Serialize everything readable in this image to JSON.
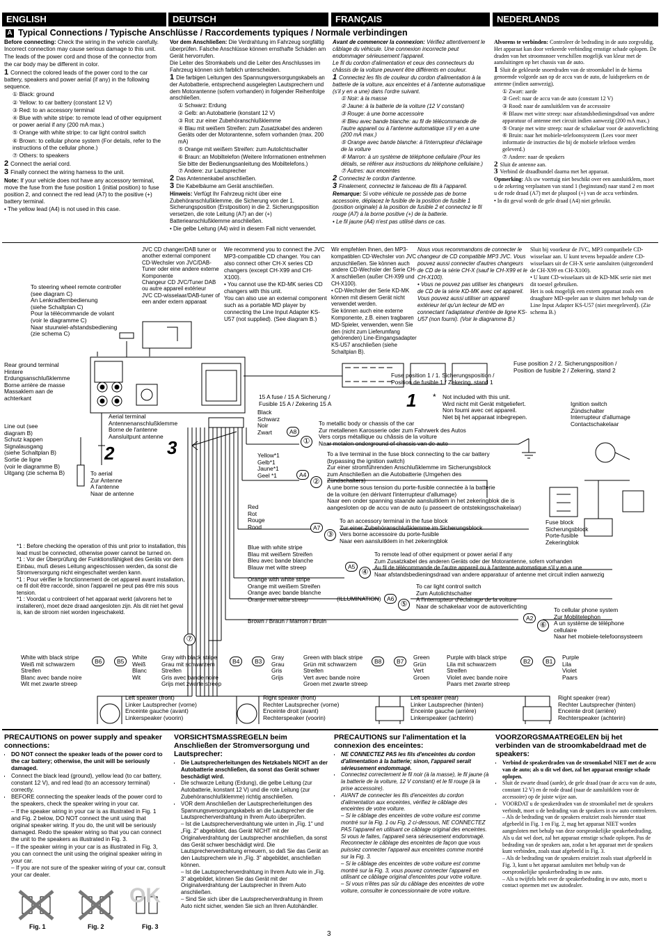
{
  "languages": [
    "ENGLISH",
    "DEUTSCH",
    "FRANÇAIS",
    "NEDERLANDS"
  ],
  "section": {
    "letter": "A",
    "title": "Typical Connections / Typische Anschlüsse / Raccordements typiques / Normale verbindingen"
  },
  "en": {
    "intro_bold": "Before connecting:",
    "intro": "Check the wiring in the vehicle carefully. Incorrect connection may cause serious damage to this unit.",
    "intro2": "The leads of the power cord and those of the connector from the car body may be different in color.",
    "step1": "Connect the colored leads of the power cord to the car battery, speakers and power aerial (if any) in the following sequence.",
    "list": [
      "① Black: ground",
      "② Yellow: to car battery (constant 12 V)",
      "③ Red: to an accessory terminal",
      "④ Blue with white stripe: to remote lead of other equipment or power aerial if any (200 mA max.)",
      "⑤ Orange with white stripe: to car light control switch",
      "⑥ Brown: to cellular phone system (For details, refer to the instructions of the cellular phone.)",
      "⑦ Others: to speakers"
    ],
    "step2": "Connect the aerial cord.",
    "step3": "Finally connect the wiring harness to the unit.",
    "note_bold": "Note:",
    "note": "If your vehicle does not have any accessory terminal, move the fuse from the fuse position 1 (initial position) to fuse position 2, and connect the red lead (A7) to the positive (+) battery terminal.",
    "note2": "• The yellow lead (A4) is not used in this case."
  },
  "de": {
    "intro_bold": "Vor dem Anschließen:",
    "intro": "Die Verdrahtung im Fahrzeug sorgfältig überprüfen. Falsche Anschlüsse können ernsthafte Schäden am Gerät hervorrufen.",
    "intro2": "Die Leiter des Stromkabels und die Leiter des Anschlusses im Fahrzeug können sich farblich unterscheiden.",
    "step1": "Die farbigen Leitungen des Spannungsversorgungskabels an der Autobatterie, entsprechend ausgelegten Lautsprechern und dem Motorantenne (sofern vorhanden) in folgender Reihenfolge anschließen.",
    "list": [
      "① Schwarz: Erdung",
      "② Gelb: an Autobatterie (konstant 12 V)",
      "③ Rot: zur einer Zubehöranschlußklemme",
      "④ Blau mit weißem Streifen: zum Zusatzkabel des anderen Geräts oder der Motorantenne, sofern vorhanden (max. 200 mA)",
      "⑤ Orange mit weißem Streifen: zum Autolichtschalter",
      "⑥ Braun: an Mobiltelefon (Weitere Informationen entnehmen Sie bitte der Bedienungsanleitung des Mobiltelefons.)",
      "⑦ Andere: zur Lautsprecher"
    ],
    "step2": "Das Antennenkabel anschließen.",
    "step3": "Die Kabelbäume am Gerät anschließen.",
    "note_bold": "Hinweis:",
    "note": "Verfügt Ihr Fahrzeug nicht über eine Zubehöranschlußklemme, die Sicherung von der 1. Sicherungsposition (Erstposition) in die 2. Sicherungsposition versetzen, die rote Leitung (A7) an der (+) Batterieanschlußklemme anschließen.",
    "note2": "• Die gelbe Leitung (A4) wird in diesem Fall nicht verwendet."
  },
  "fr": {
    "intro_bold": "Avant de commencer la connexion:",
    "intro": "Vérifiez attentivement le câblage du véhicule. Une connexion incorrecte peut endommager sérieusement l'appareil.",
    "intro2": "Le fil du cordon d'alimentation et ceux des connecteurs du châssis de la voiture peuvent être différents en couleur.",
    "step1": "Connectez les fils de couleur du cordon d'alimentation à la batterie de la voiture, aux enceintes et à l'antenne automatique (s'il y en a une) dans l'ordre suivant.",
    "list": [
      "① Noir: à la masse",
      "② Jaune: à la batterie de la voiture (12 V constant)",
      "③ Rouge: à une borne accessoire",
      "④ Bleu avec bande blanche: au fil de télécommande de l'autre appareil ou à l'antenne automatique s'il y en a une (200 mA max.)",
      "⑤ Orange avec bande blanche: à l'interrupteur d'éclairage de la voiture",
      "⑥ Marron: à un système de téléphone cellulaire (Pour les détails, se référer aux instructions du téléphone cellulaire.)",
      "⑦ Autres: aux enceintes"
    ],
    "step2": "Connectez le cordon d'antenne.",
    "step3": "Finalement, connectez le faisceau de fils à l'appareil.",
    "note_bold": "Remarque:",
    "note": "Si votre véhicule ne possède pas de borne accessoire, déplacez le fusible de la position de fusible 1 (position originale) à la position de fusible 2 et connectez le fil rouge (A7) à la borne positive (+) de la batterie.",
    "note2": "• Le fil jaune (A4) n'est pas utilisé dans ce cas."
  },
  "nl": {
    "intro_bold": "Alvorens te verbinden:",
    "intro": "Controleer de bedrading in de auto zorgvuldig. Het apparaat kan door verkeerde verbinding ernstige schade oplopen. De draden van het stroomsnoer verschillen mogelijk van kleur met de aansluitingen op het chassis van de auto.",
    "step1": "Sluit de gekleurde snoerdraden van de stroomkabel in de hierna genoemde volgorde aan op de accu van de auto, de luidsprekers en de antenne (indien aanwezig).",
    "list": [
      "① Zwart: aarde",
      "② Geel: naar de accu van de auto (constant 12 V)",
      "③ Rood: naar de aansluitklem van de accessoire",
      "④ Blauw met witte streep: naar afstandsbedieningsdraad van andere apparatuur of antenne met circuit indien aanwezig (200 mA max.)",
      "⑤ Oranje met witte streep: naar de schakelaar voor de autoverlichting",
      "⑥ Bruin: naar het mobiele-telefoonsysteem (Lees voor meer informatie de instructies die bij de mobiele telefoon werden geleverd.)",
      "⑦ Andere: naar de speakers"
    ],
    "step2": "Sluit de antenne aan.",
    "step3": "Verbind de draadbundel daarna met het apparaat.",
    "note_bold": "Opmerking:",
    "note": "Als uw voertuig niet beschikt over een aansluitklem, moet u de zekering verplaatsen van stand 1 (beginstand) naar stand 2 en moet u de rode draad (A7) met de pluspool (+) van de accu verbinden.",
    "note2": "• In dit geval wordt de gele draad (A4) niet gebruikt."
  },
  "changer": {
    "box": "JVC CD changer/DAB tuner or another external component\nCD-Wechsler von JVC/DAB-Tuner oder eine andere externe Komponente\nChangeur CD JVC/Tuner DAB ou autre appareil extérieur\nJVC CD-wisselaar/DAB-tuner of een ander extern apparaat",
    "en": "We recommend you to connect the JVC MP3-compatible CD changer. You can also connect other CH-X series CD changers (except CH-X99 and CH-X100).\n• You cannot use the KD-MK series CD changers with this unit.\nYou can also use an external component such as a portable MD player by connecting the Line Input Adapter KS-U57 (not supplied). (See diagram B.)",
    "de": "Wir empfehlen Ihnen, den MP3-kompatiblen CD-Wechsler von JVC anzuschließen. Sie können auch andere CD-Wechsler der Serie CH-X anschließen (außer CH-X99 und CH-X100).\n• CD-Wechsler der Serie KD-MK können mit diesem Gerät nicht verwendet werden.\nSie können auch eine externe Komponente, z.B. einen tragbaren MD-Spieler, verwenden, wenn Sie den (nicht zum Lieferumfang gehörenden) Line-Eingangsadapter KS-U57 anschließen (siehe Schaltplan B).",
    "fr": "Nous vous recommandons de connecter le changeur de CD compatible MP3 JVC. Vous pouvez aussi connecter d'autres changeurs de CD de la série CH-X (sauf le CH-X99 et le CH-X100).\n• Vous ne pouvez pas utiliser les changeurs de CD de la série KD-MK avec cet appareil.\nVous pouvez aussi utiliser un appareil extérieur tel qu'un lecteur de MD en connectant l'adaptateur d'entrée de ligne KS-U57 (non fourni). (Voir le diagramme B.)",
    "nl": "Sluit bij voorkeur de JVC, MP3 compatibele CD-wisselaar aan. U kunt tevens bepaalde andere CD-wisselaars uit de CH-X serie aansluiten (uitgezonderd de CH-X99 en CH-X100).\n• U kunt CD-wisselaars uit de KD-MK serie niet met dit toestel gebruiken.\nHet is ook mogelijk een extern apparaat zoals een draagbare MD-speler aan te sluiten met behulp van de Line Input Adapter KS-U57 (niet meegeleverd). (Zie schema B.)"
  },
  "diagram": {
    "steering": "To steering wheel remote controller\n(see diagram C)\nAn Lenkradfernbedienung\n(siehe Schaltplan C)\nPour la télécommande de volant\n(voir le diagramme C)\nNaar stuurwiel-afstandsbediening\n(zie schema C)",
    "rear_ground": "Rear ground terminal\nHintere\nErdungsanschlußklemme\nBorne arrière de masse\nMassaklem aan de\nachterkant",
    "aerial_terminal": "Aerial terminal\nAntennenanschlußklemme\nBorne de l'antenne\nAansluitpunt antenne",
    "line_out": "Line out (see\ndiagram B)\nSchutz kappen\nSignalausgang\n(siehe Schaltplan B)\nSortie de ligne\n(voir le diagramme B)\nUitgang (zie schema B)",
    "to_aerial": "To aerial\nZur Antenne\nA l'antenne\nNaar de antenne",
    "fuse15": "15 A fuse / 15 A Sicherung /\nFusible 15 A / Zekering 15 A",
    "fuse_pos1": "Fuse position 1 / 1. Sicherungsposition /\nPosition de fusible 1 / Zekering, stand 1",
    "fuse_pos2": "Fuse position 2 / 2. Sicherungsposition /\nPosition de fusible 2 / Zekering, stand 2",
    "not_included": "Not included with this unit.\nWird nicht mit Gerät mitgeliefert.\nNon fourni avec cet appareil.\nNiet bij het apparaat inbegrepen.",
    "ignition": "Ignition switch\nZündschalter\nInterrupteur d'allumage\nContactschakelaar",
    "fuse_block": "Fuse block\nSicherungsblock\nPorte-fusible\nZekeringblok",
    "black": "Black\nSchwarz\nNoir\nZwart",
    "black_dest": "To metallic body or chassis of the car\nZur metallenen Karosserie oder zum Fahrwerk des Autos\nVers corps métallique ou châssis de la voiture\nNaar metalen onderground of chassis van de auto",
    "yellow": "Yellow*1\nGelb*1\nJaune*1\nGeel *1",
    "yellow_dest": "To a live terminal in the fuse block connecting to the car battery\n(bypassing the ignition switch)\nZur einer stromführenden Anschlußklemme im Sicherungsblock\nzum Anschließen an die Autobatterie (Umgehen des\nZündschalters)\nA une borne sous tension du porte-fusible connectée à la batterie\nde la voiture (en dérivant l'interrupteur d'allumage)\nNaar een onder spanning staande aansluitklem in het zekeringblok die is\naangesloten op de accu van de auto (u passeert de ontstekingsschakelaar)",
    "red": "Red\nRot\nRouge\nRood",
    "red_dest": "To an accessory terminal in the fuse block\nZur einer Zubehöranschlußklemme im Sicherungsblock\nVers borne accessoire du porte-fusible\nNaar een aansluitklem in het zekeringblok",
    "blue": "Blue with white stripe\nBlau mit weißem Streifen\nBleu avec bande blanche\nBlauw met witte streep",
    "blue_dest": "To remote lead of other equipment or power aerial if any\nZum Zusatzkabel des anderen Geräts oder der Motorantenne, sofern vorhanden\nAu fil de télécommande de l'autre appareil ou à l'antenne automatique s'il y en a une\nNaar afstandsbedieningsdraad van andere apparatuur of antenne met circuit indien aanwezig",
    "orange": "Orange with white stripe\nOrange mit weißem Streifen\nOrange avec bande blanche\nOranje met witte streep",
    "orange_dest": "To car light control switch\nZum Autolichtschalter\nA l'interrupteur d'éclairage de la voiture\nNaar de schakelaar voor de autoverlichting",
    "illumination": "(ILLUMINATION)",
    "brown": "Brown / Braun / Marron / Bruin",
    "brown_dest": "To cellular phone system\nZur Moblitelephon\nA un système de téléphone\ncellulaire\nNaar het mobiele-telefoonsysteem",
    "badges": [
      "A8",
      "A4",
      "A7",
      "A5",
      "A6",
      "A2",
      "B6",
      "B5",
      "B4",
      "B3",
      "B8",
      "B7",
      "B2",
      "B1"
    ],
    "circled": [
      "①",
      "②",
      "③",
      "④",
      "⑤",
      "⑥",
      "⑦"
    ],
    "steps": [
      "1",
      "2",
      "3"
    ],
    "star": "*",
    "speakers": {
      "lf_wires": [
        "White with black stripe\nWeiß mit schwarzem\nStreifen\nBlanc avec bande noire\nWit met zwarte streep",
        "White\nWeiß\nBlanc\nWit"
      ],
      "lf": "Left speaker (front)\nLinker Lautsprecher (vorne)\nEnceinte gauche (avant)\nLinkerspeaker (voorin)",
      "rf_wires": [
        "Gray with black stripe\nGrau mit schwarzem\nStreifen\nGris avec bande noire\nGrijs met zwarte streep",
        "Gray\nGrau\nGris\nGrijs"
      ],
      "rf": "Right speaker (front)\nRechter Lautsprecher (vorne)\nEnceinte droit (avant)\nRechterspeaker (voorin)",
      "lr_wires": [
        "Green with black stripe\nGrün mit schwarzem\nStreifen\nVert avec bande noire\nGroen met zwarte streep",
        "Green\nGrün\nVert\nGroen"
      ],
      "lr": "Left speaker (rear)\nLinker Lautsprecher (hinten)\nEnceinte gauche (arrière)\nLinkerspeaker (achterin)",
      "rr_wires": [
        "Purple with black stripe\nLila mit schwarzem\nStreifen\nViolet avec bande noire\nPaars met zwarte streep",
        "Purple\nLila\nViolet\nPaars"
      ],
      "rr": "Right speaker (rear)\nRechter Lautsprecher (hinten)\nEnceinte droit (arrière)\nRechterspeaker (achterin)"
    },
    "footnote": "*1 : Before checking the operation of this unit prior to installation, this lead must be connected, otherwise power cannot be turned on.\n*1 : Vor der Überprüfung der Funktionsfähigkeit des Geräts vor dem Einbau, muß dieses Leitung angeschlossen werden, da sonst die Stromversorgung nicht eingeschaltet werden kann.\n*1 : Pour vérifier le fonctionnement de cet appareil avant installation, ce fil doit être raccordé, sinon l'appareil ne peut pas être mis sous tension.\n*1 : Voordat u controleert of het apparaat werkt (alvorens het te installeren), moet deze draad aangesloten zijn. Als dit niet het geval is, kan de stroom niet worden ingeschakeld."
  },
  "precautions": {
    "en_title": "PRECAUTIONS on power supply and speaker connections:",
    "en": [
      "DO NOT connect the speaker leads of the power cord to the car battery; otherwise, the unit will be seriously damaged.",
      "Connect the black lead (ground), yellow lead (to car battery, constant 12 V), and red lead (to an accessory terminal) correctly.",
      "BEFORE connecting the speaker leads of the power cord to the speakers, check the speaker wiring in your car.",
      "– If the speaker wiring in your car is as illustrated in Fig. 1 and Fig. 2 below, DO NOT connect the unit using that original speaker wiring. If you do, the unit will be seriously damaged. Redo the speaker wiring so that you can connect the unit to the speakers as illustrated in Fig. 3.",
      "– If the speaker wiring in your car is as illustrated in Fig. 3, you can connect the unit using the original speaker wiring in your car.",
      "– If you are not sure of the speaker wiring of your car, consult your car dealer."
    ],
    "de_title": "VORSICHTSMASSREGELN beim Anschließen der Stromversorgung und Lautsprecher:",
    "de": [
      "Die Lautsprecherleitungen des Netzkabels NICHT an der Autobatterie anschließen, da sonst das Gerät schwer beschädigt wird.",
      "Die schwarze Leitung (Erdung), die gelbe Leitung (zur Autobatterie, konstant 12 V) und die rote Leitung (zur Zubehöranschlußklemme) richtig anschließen.",
      "VOR dem Anschließen der Lautsprecherleitungen des Spannungsversorgungskabels an die Lautsprecher die Lautsprecherverdrahtung in Ihrem Auto überprüfen.",
      "– Ist die Lautsprecherverdrahtung wie unten in „Fig. 1\" und „Fig. 2\" abgebildet, das Gerät NICHT mit der Originalverdrahtung der Lautsprecher anschließen, da sonst das Gerät schwer beschädigt wird. Die Lautsprecherverdrahtung erneuern, so daß Sie das Gerät an den Lautsprechern wie in „Fig. 3\" abgebildet, anschließen können.",
      "– Ist die Lautsprecherverdrahtung in Ihrem Auto wie in „Fig. 3\" abgebildet, können Sie das Gerät mit der Originalverdrahtung der Lautsprecher in Ihrem Auto anschließen.",
      "– Sind Sie sich über die Lautsprecherverdrahtung in Ihrem Auto nicht sicher, wenden Sie sich an Ihren Autohändler."
    ],
    "fr_title": "PRECAUTIONS sur l'alimentation et la connexion des enceintes:",
    "fr": [
      "NE CONNECTEZ PAS les fils d'enceintes du cordon d'alimentation à la batterie; sinon, l'appareil serait sérieusement endommagé.",
      "Connectez correctement le fil noir (à la masse), le fil jaune (à la batterie de la voiture, 12 V constant) et le fil rouge (à la prise accessoire).",
      "AVANT de connecter les fils d'enceintes du cordon d'alimentation aux enceintes, vérifiez le câblage des enceintes de votre voiture.",
      "– Si le câblage des enceintes de votre voiture est comme montré sur la Fig. 1 ou Fig. 2 ci-dessous, NE CONNECTEZ PAS l'appareil en utilisant ce câblage original des enceintes. Si vous le faites, l'appareil sera sérieusement endommagé. Reconnecter le câblage des enceintes de façon que vous puissiez connecter l'appareil aux enceintes comme montré sur la Fig. 3.",
      "– Si le câblage des enceintes de votre voiture est comme montré sur la Fig. 3, vous pouvez connecter l'appareil en utilisant ce câblage original d'enceintes pour votre voiture.",
      "– Si vous n'êtes pas sûr du câblage des enceintes de votre voiture, consulter le concessionnaire de votre voiture."
    ],
    "nl_title": "VOORZORGSMAATREGELEN bij het verbinden van de stroomkabeldraad met de speakers:",
    "nl": [
      "Verbind de speakerdraden van de stroomkabel NIET met de accu van de auto; als u dit wel doet, zal het apparaat ernstige schade oplopen.",
      "Sluit de zwarte draad (aarde), de gele draad (naar de accu van de auto, constant 12 V) en de rode draad (naar de aansluitklem voor de accessoire) op de juiste wijze aan.",
      "VOORDAT u de speakerdraden van de stroomkabel met de speakers verbindt, moet u de bedrading van de speakers in uw auto controleren.",
      "– Als de bedrading van de speakers eruitziet zoals hieronder staat afgebeeld in Fig. 1 en Fig. 2, mag het apparaat NIET worden aangesloten met behulp van deze oorspronkelijke speakerbedrading. Als u dat wel doet, zal het apparaat ernstige schade oplopen. Pas de bedrading van de speakers aan, zodat u het apparaat met de speakers kunt verbinden, zoals staat afgebeeld in Fig. 3.",
      "– Als de bedrading van de speakers eruitziet zoals staat afgebeeld in Fig. 3, kunt u het apparaat aansluiten met behulp van de oorspronkelijke speakerbedrading in uw auto.",
      "– Als u twijfels hebt over de speakerbedrading in uw auto, moet u contact opnemen met uw autodealer."
    ],
    "figs": [
      "Fig. 1",
      "Fig. 2",
      "Fig. 3"
    ],
    "ok": "OK"
  },
  "page_number": "3"
}
